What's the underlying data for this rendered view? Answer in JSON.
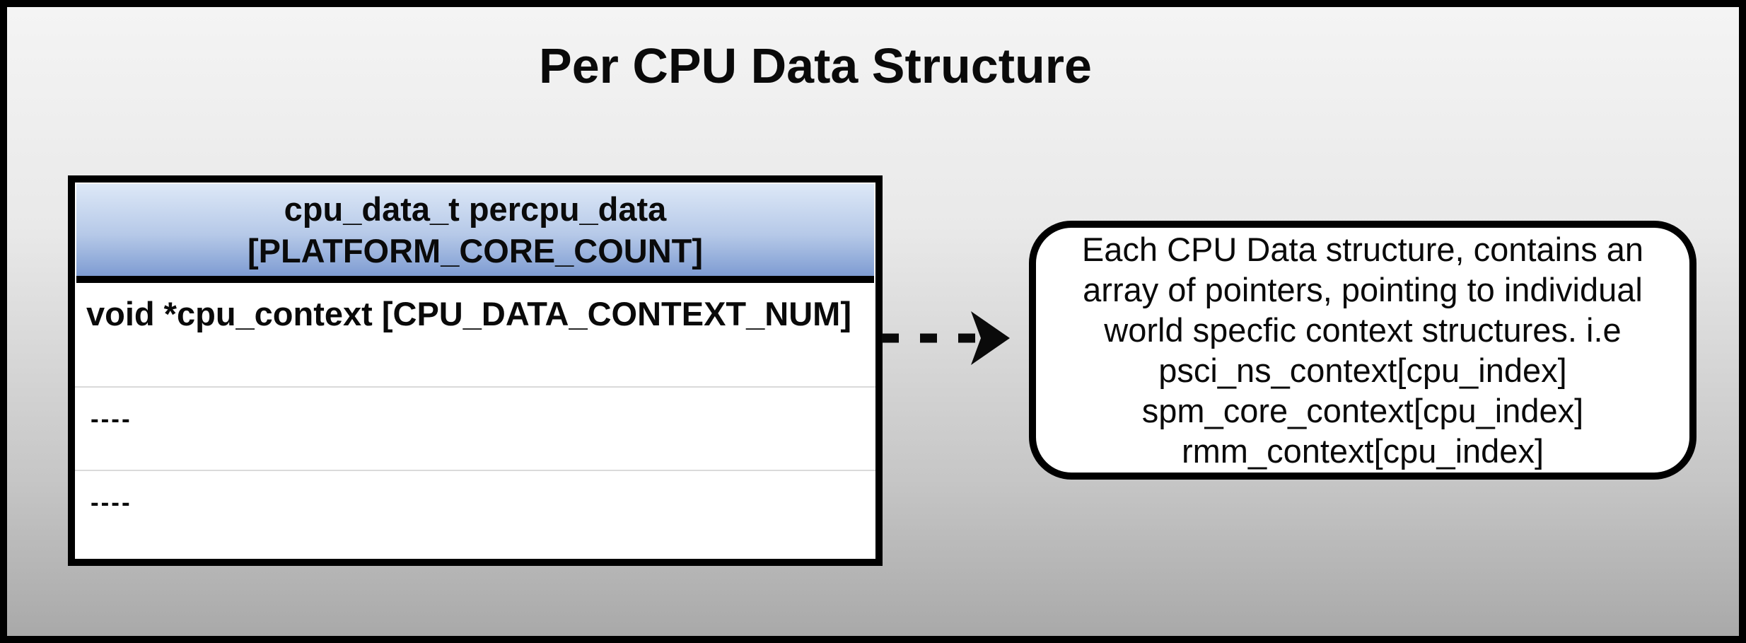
{
  "title": "Per CPU Data Structure",
  "table": {
    "header": {
      "line1": "cpu_data_t percpu_data",
      "line2": "[PLATFORM_CORE_COUNT]"
    },
    "rows": [
      "void *cpu_context [CPU_DATA_CONTEXT_NUM]",
      "----",
      "----"
    ]
  },
  "callout": {
    "lines": [
      "Each CPU Data structure, contains an",
      "array of pointers, pointing to individual",
      "world specfic context structures. i.e",
      "psci_ns_context[cpu_index]",
      "spm_core_context[cpu_index]",
      "rmm_context[cpu_index]"
    ]
  },
  "icons": {
    "arrow": "dashed-right-arrow"
  },
  "colors": {
    "canvas_border": "#000000",
    "background_top": "#f4f4f4",
    "background_bottom": "#a9a9a9",
    "table_header_gradient_top": "#dde8f7",
    "table_header_gradient_bottom": "#7e9cd2",
    "table_border": "#000000",
    "row_divider": "#dadada",
    "text": "#0a0a0a",
    "callout_background": "#ffffff"
  }
}
